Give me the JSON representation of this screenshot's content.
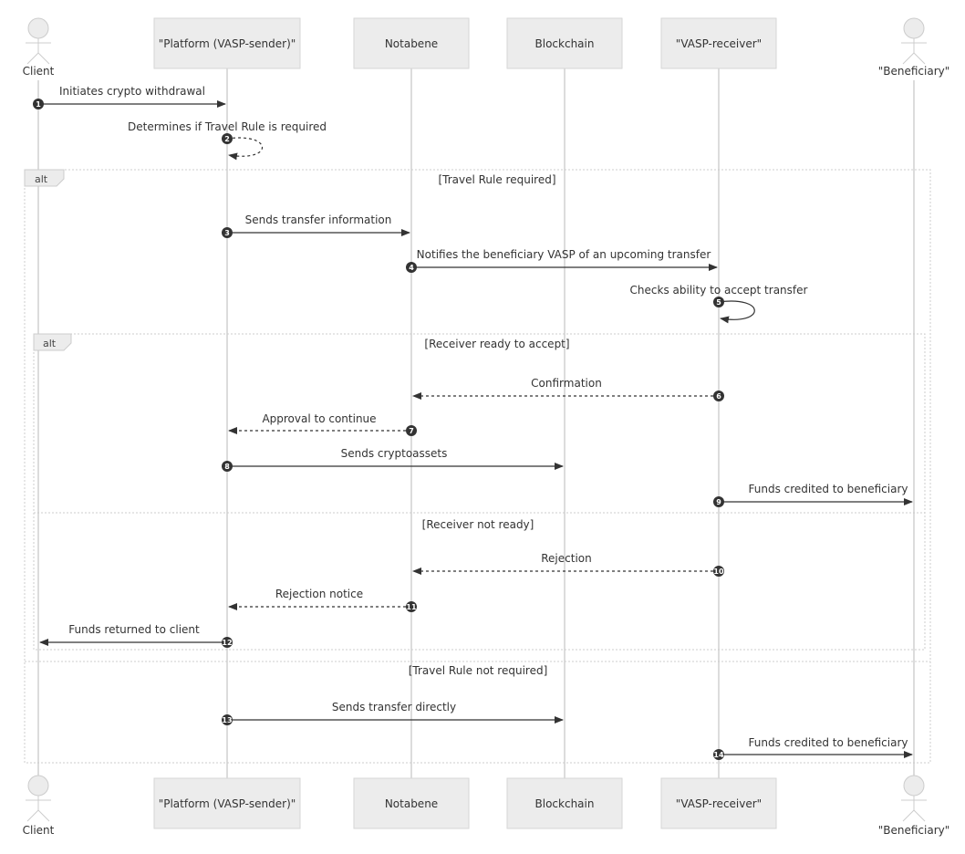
{
  "participants": [
    {
      "id": "client",
      "label": "Client",
      "kind": "actor"
    },
    {
      "id": "platform",
      "label": "\"Platform (VASP-sender)\"",
      "kind": "box"
    },
    {
      "id": "notabene",
      "label": "Notabene",
      "kind": "box"
    },
    {
      "id": "blockchain",
      "label": "Blockchain",
      "kind": "box"
    },
    {
      "id": "receiver",
      "label": "\"VASP-receiver\"",
      "kind": "box"
    },
    {
      "id": "beneficiary",
      "label": "\"Beneficiary\"",
      "kind": "actor"
    }
  ],
  "messages": [
    {
      "n": "1",
      "from": "client",
      "to": "platform",
      "label": "Initiates crypto withdrawal",
      "style": "solid"
    },
    {
      "n": "2",
      "from": "platform",
      "to": "platform",
      "label": "Determines if Travel Rule is required",
      "style": "dotted"
    },
    {
      "n": "3",
      "from": "platform",
      "to": "notabene",
      "label": "Sends transfer information",
      "style": "solid"
    },
    {
      "n": "4",
      "from": "notabene",
      "to": "receiver",
      "label": "Notifies the beneficiary VASP of an upcoming transfer",
      "style": "solid"
    },
    {
      "n": "5",
      "from": "receiver",
      "to": "receiver",
      "label": "Checks ability to accept transfer",
      "style": "solid"
    },
    {
      "n": "6",
      "from": "receiver",
      "to": "notabene",
      "label": "Confirmation",
      "style": "dotted"
    },
    {
      "n": "7",
      "from": "notabene",
      "to": "platform",
      "label": "Approval to continue",
      "style": "dotted"
    },
    {
      "n": "8",
      "from": "platform",
      "to": "blockchain",
      "label": "Sends cryptoassets",
      "style": "solid"
    },
    {
      "n": "9",
      "from": "receiver",
      "to": "beneficiary",
      "label": "Funds credited to beneficiary",
      "style": "solid"
    },
    {
      "n": "10",
      "from": "receiver",
      "to": "notabene",
      "label": "Rejection",
      "style": "dotted"
    },
    {
      "n": "11",
      "from": "notabene",
      "to": "platform",
      "label": "Rejection notice",
      "style": "dotted"
    },
    {
      "n": "12",
      "from": "platform",
      "to": "client",
      "label": "Funds returned to client",
      "style": "solid"
    },
    {
      "n": "13",
      "from": "platform",
      "to": "blockchain",
      "label": "Sends transfer directly",
      "style": "solid"
    },
    {
      "n": "14",
      "from": "receiver",
      "to": "beneficiary",
      "label": "Funds credited to beneficiary",
      "style": "solid"
    }
  ],
  "fragments": [
    {
      "tag": "alt",
      "conditions": [
        "[Travel Rule required]",
        "[Travel Rule not required]"
      ]
    },
    {
      "tag": "alt",
      "conditions": [
        "[Receiver ready to accept]",
        "[Receiver not ready]"
      ]
    }
  ],
  "colors": {
    "box_fill": "#ececec",
    "box_stroke": "#d6d6d6",
    "lifeline": "#d0d0d0",
    "arrow": "#333333",
    "fragment_stroke": "#cccccc",
    "badge": "#333333"
  }
}
